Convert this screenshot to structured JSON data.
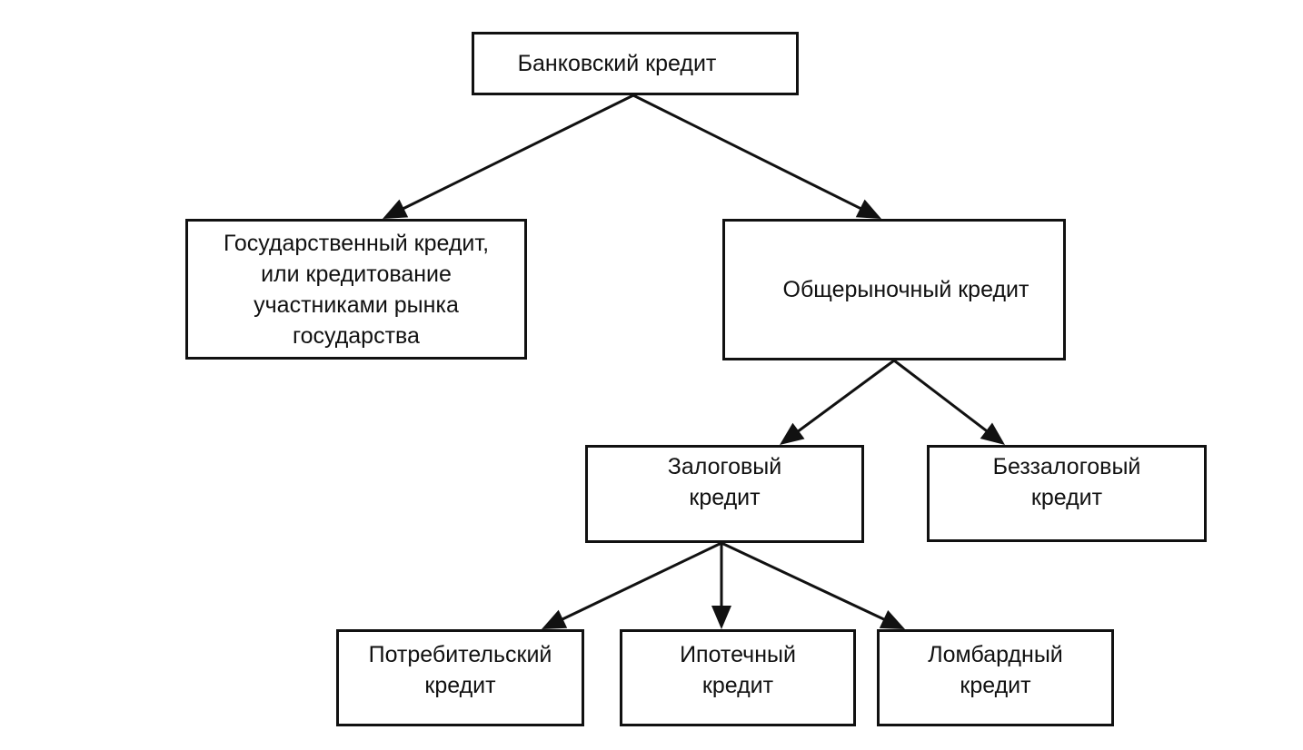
{
  "diagram": {
    "nodes": {
      "bank": {
        "lines": [
          "Банковский кредит"
        ]
      },
      "state": {
        "lines": [
          "Государственный кредит,",
          "или кредитование",
          "участниками рынка",
          "государства"
        ]
      },
      "market": {
        "lines": [
          "Общерыночный кредит"
        ]
      },
      "secured": {
        "lines": [
          "Залоговый",
          "кредит"
        ]
      },
      "unsecured": {
        "lines": [
          "Беззалоговый",
          "кредит"
        ]
      },
      "consumer": {
        "lines": [
          "Потребительский",
          "кредит"
        ]
      },
      "mortgage": {
        "lines": [
          "Ипотечный",
          "кредит"
        ]
      },
      "lombard": {
        "lines": [
          "Ломбардный",
          "кредит"
        ]
      }
    },
    "edges": [
      {
        "from": "bank",
        "to": "state"
      },
      {
        "from": "bank",
        "to": "market"
      },
      {
        "from": "market",
        "to": "secured"
      },
      {
        "from": "market",
        "to": "unsecured"
      },
      {
        "from": "secured",
        "to": "consumer"
      },
      {
        "from": "secured",
        "to": "mortgage"
      },
      {
        "from": "secured",
        "to": "lombard"
      }
    ],
    "colors": {
      "line": "#111111",
      "box_border": "#111111",
      "background": "#ffffff"
    }
  }
}
